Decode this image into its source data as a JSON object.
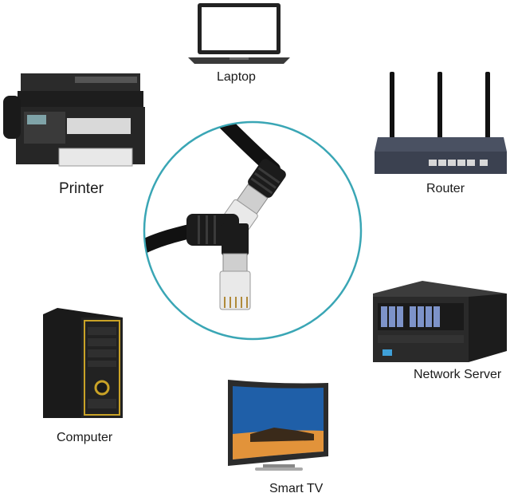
{
  "labels": {
    "laptop": "Laptop",
    "printer": "Printer",
    "router": "Router",
    "server": "Network Server",
    "computer": "Computer",
    "tv": "Smart TV"
  },
  "colors": {
    "circle_border": "#3aa6b5",
    "device_dark": "#2a2a2a",
    "router_body": "#3b4150",
    "computer_accent": "#c9a227",
    "tv_screen": "#1f5fa8"
  },
  "icons": {
    "laptop": "laptop-icon",
    "printer": "printer-icon",
    "router": "router-icon",
    "server": "server-icon",
    "computer": "computer-tower-icon",
    "tv": "smart-tv-icon",
    "cable": "ethernet-cable-icon"
  }
}
